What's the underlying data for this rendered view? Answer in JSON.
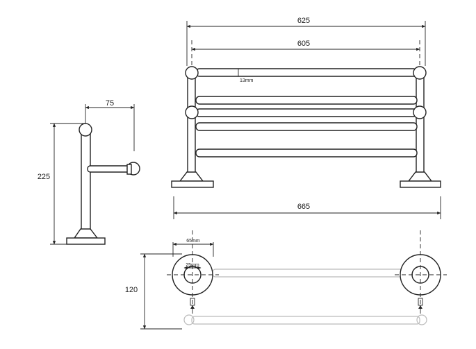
{
  "dimensions": {
    "total_width": "625",
    "rail_width": "605",
    "rail_diameter": "13mm",
    "side_depth": "75",
    "height": "225",
    "base_width": "665",
    "flange_diameter": "65mm",
    "hole_diameter": "25mm",
    "plan_depth": "120"
  }
}
